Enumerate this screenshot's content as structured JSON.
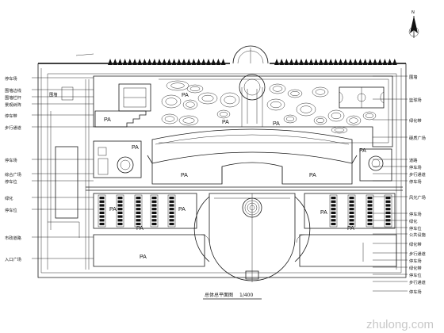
{
  "drawing": {
    "title": "总体总平面图",
    "scale": "1/400",
    "watermark": "zhulong.com"
  },
  "zones": {
    "pa_labels": [
      "PA",
      "PA",
      "PA",
      "PA",
      "PA",
      "PA",
      "PA",
      "PA",
      "PA",
      "PA",
      "PA",
      "PA",
      "PA",
      "PA"
    ]
  },
  "annotations": {
    "left": [
      "停车场",
      "围墙边线",
      "围墙栏杆",
      "景观树阵",
      "停车带",
      "步行通道",
      "停车场",
      "综合广场",
      "停车位",
      "绿化",
      "停车位",
      "市政道路",
      "入口广场",
      "围墙"
    ],
    "right": [
      "围墙",
      "篮球场",
      "绿化带",
      "硬质广场",
      "道路",
      "停车场",
      "步行通道",
      "停车场",
      "风光广场",
      "停车场",
      "绿化",
      "停车位",
      "公共设施",
      "绿化带",
      "步行通道",
      "停车场",
      "绿化带",
      "停车位",
      "步行通道",
      "停车场"
    ]
  },
  "icons": {
    "north": "north-arrow-icon",
    "tree_rows": "tree-row-icon",
    "fountain": "fountain-icon"
  }
}
